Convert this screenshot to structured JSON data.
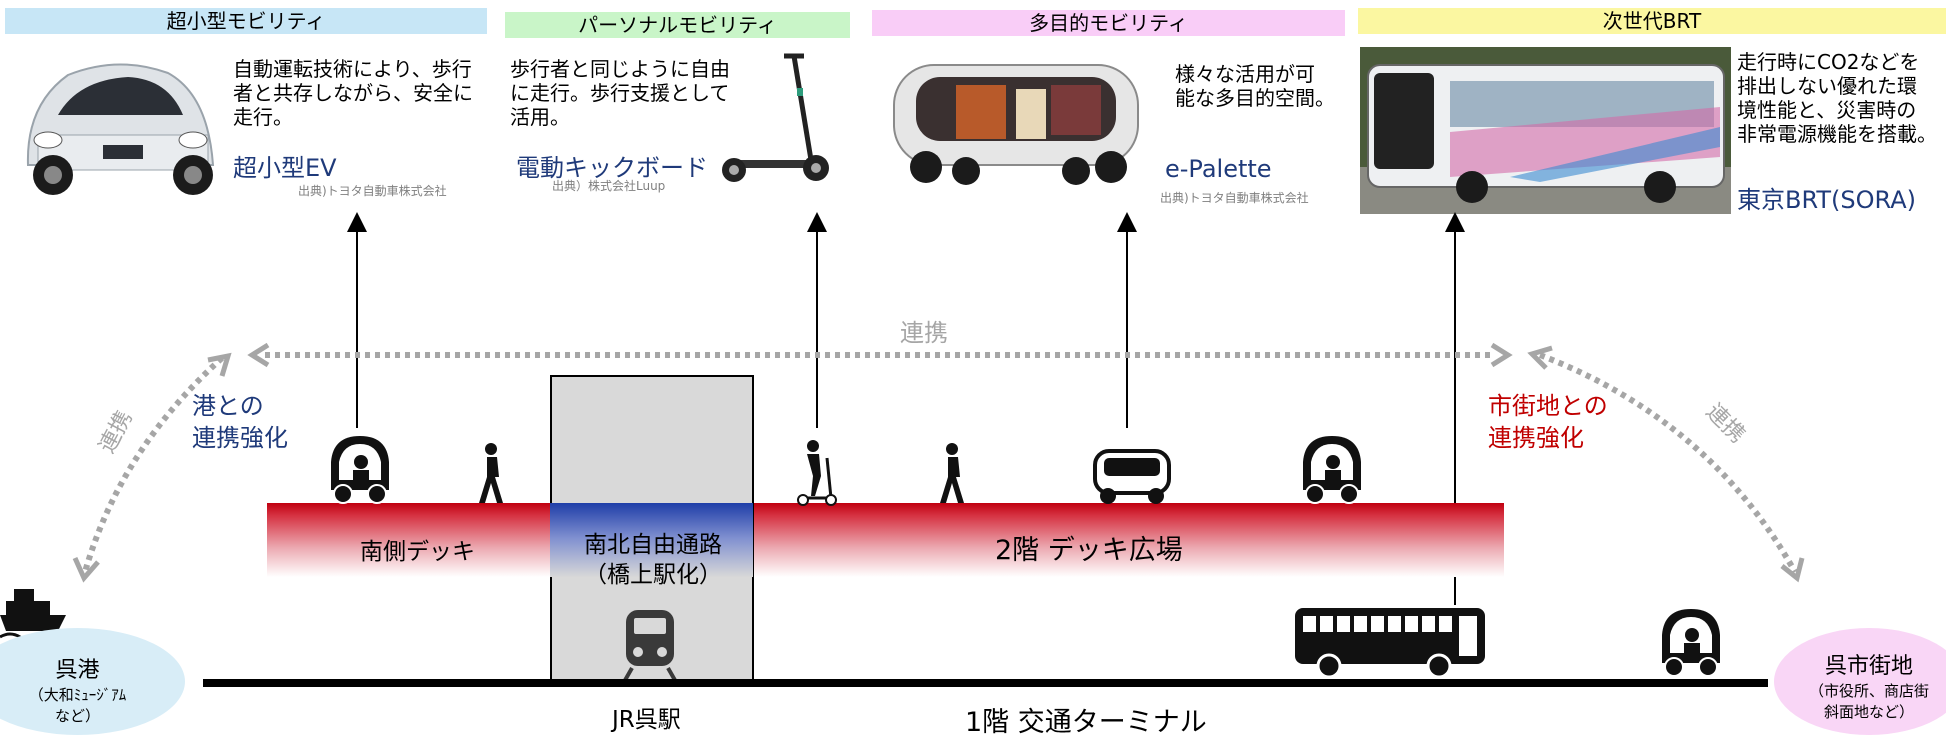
{
  "categories": [
    {
      "header": "超小型モビリティ",
      "header_color": "#c7e6f6",
      "desc": [
        "自動運転技術により、歩行",
        "者と共存しながら、安全に",
        "走行。"
      ],
      "name": "超小型EV",
      "source": "出典)トヨタ自動車株式会社"
    },
    {
      "header": "パーソナルモビリティ",
      "header_color": "#c9f5c8",
      "desc": [
        "歩行者と同じように自由",
        "に走行。歩行支援として",
        "活用。"
      ],
      "name": "電動キックボード",
      "source": "出典）株式会社Luup"
    },
    {
      "header": "多目的モビリティ",
      "header_color": "#f9cdf7",
      "desc": [
        "様々な活用が可",
        "能な多目的空間。"
      ],
      "name": "e-Palette",
      "source": "出典)トヨタ自動車株式会社"
    },
    {
      "header": "次世代BRT",
      "header_color": "#fbf7a1",
      "desc": [
        "走行時にCO2などを",
        "排出しない優れた環",
        "境性能と、災害時の",
        "非常電源機能を搭載。"
      ],
      "name": "東京BRT(SORA)"
    }
  ],
  "labels": {
    "renkei_top": "連携",
    "renkei_left": "連携",
    "renkei_right": "連携",
    "port_link": [
      "港との",
      "連携強化"
    ],
    "city_link": [
      "市街地との",
      "連携強化"
    ],
    "south_deck": "南側デッキ",
    "free_passage": [
      "南北自由通路",
      "（橋上駅化）"
    ],
    "deck_plaza": "2階 デッキ広場",
    "jr_station": "JR呉駅",
    "terminal": "1階 交通ターミナル",
    "kure_port": [
      "呉港",
      "（大和ﾐｭｰｼﾞｱﾑ",
      "など）"
    ],
    "kure_city": [
      "呉市街地",
      "（市役所、商店街",
      "斜面地など）"
    ]
  },
  "colors": {
    "accent_blue": "#1f3a7a",
    "accent_red": "#c00000",
    "link_gray": "#a6a6a6",
    "deck_red": "#c00010",
    "passage_blue": "#1f3ea8"
  }
}
